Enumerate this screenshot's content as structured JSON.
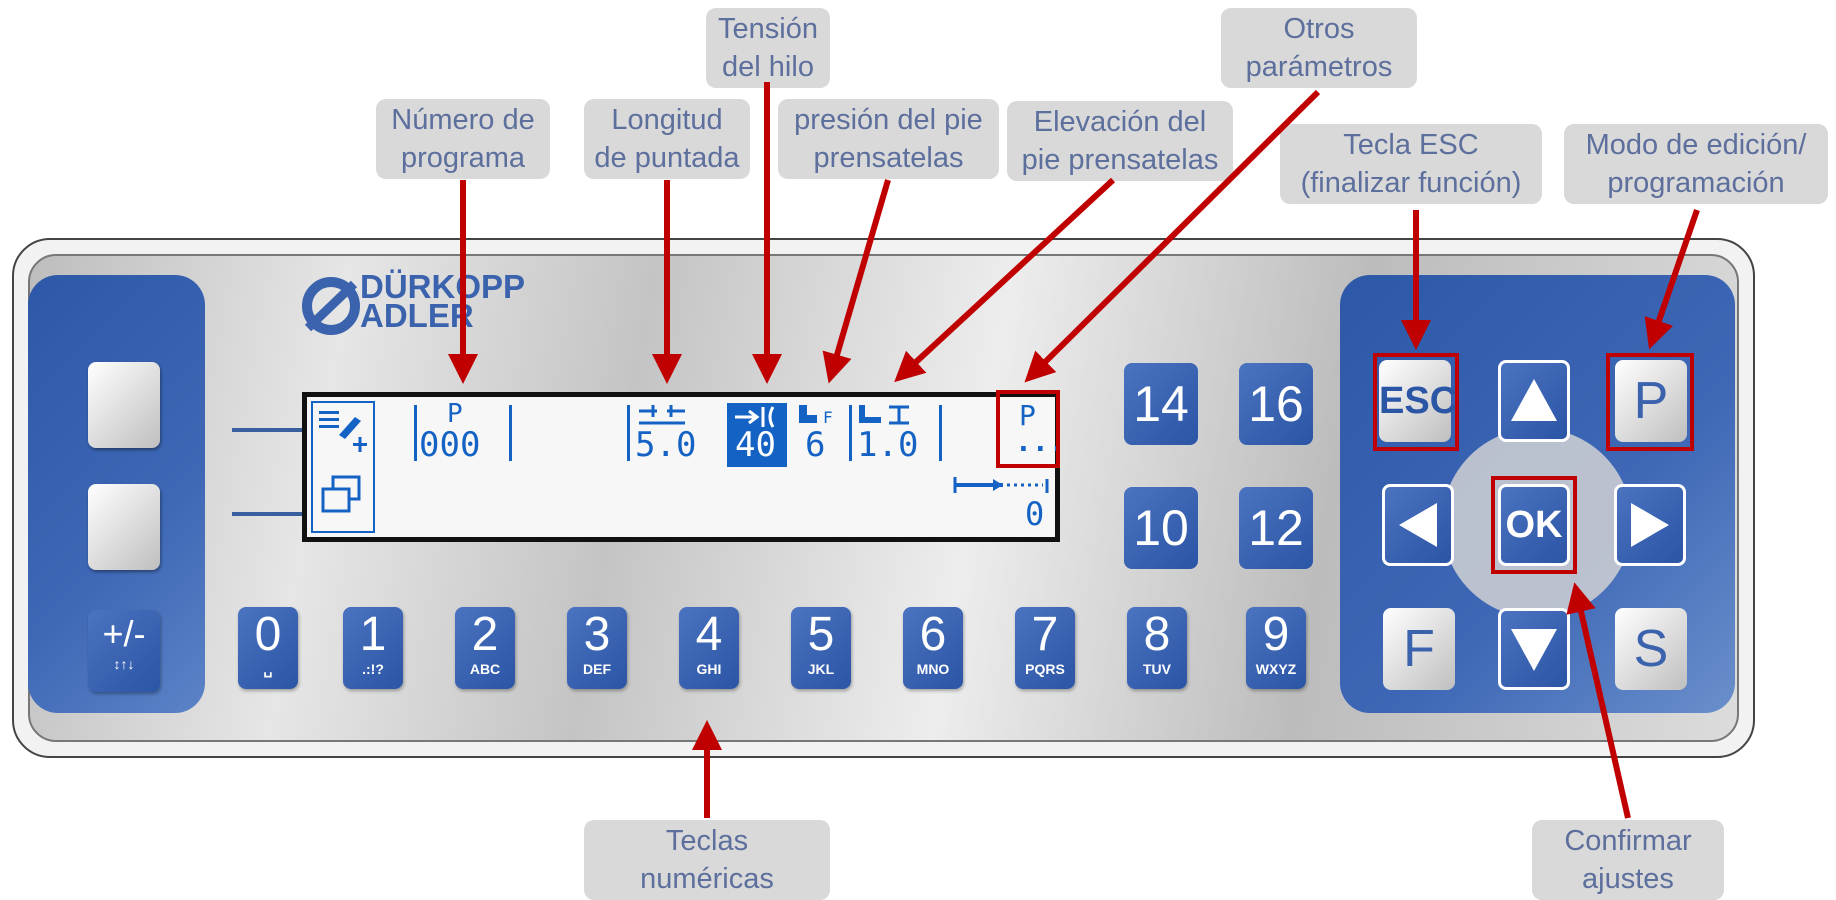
{
  "callouts": {
    "program_number": "Número de\nprograma",
    "stitch_length": "Longitud\nde puntada",
    "thread_tension": "Tensión\ndel hilo",
    "foot_pressure": "presión del pie\nprensatelas",
    "foot_lift": "Elevación del\npie prensatelas",
    "other_params": "Otros\nparámetros",
    "esc_key": "Tecla ESC\n(finalizar función)",
    "edit_mode": "Modo de edición/\nprogramación",
    "numeric_keys": "Teclas\nnuméricas",
    "confirm": "Confirmar\najustes"
  },
  "brand": {
    "line1": "DÜRKOPP",
    "line2": "ADLER"
  },
  "display": {
    "program_label": "P",
    "program_value": "000",
    "stitch_value": "5.0",
    "tension_value": "40",
    "pressure_value": "6",
    "lift_value": "1.0",
    "other_label": "P",
    "other_value": "...",
    "counter_value": "0"
  },
  "keys": {
    "plus_minus": "+/-",
    "numeric": [
      {
        "digit": "0",
        "letters": "␣"
      },
      {
        "digit": "1",
        "letters": ".:!?"
      },
      {
        "digit": "2",
        "letters": "ABC"
      },
      {
        "digit": "3",
        "letters": "DEF"
      },
      {
        "digit": "4",
        "letters": "GHI"
      },
      {
        "digit": "5",
        "letters": "JKL"
      },
      {
        "digit": "6",
        "letters": "MNO"
      },
      {
        "digit": "7",
        "letters": "PQRS"
      },
      {
        "digit": "8",
        "letters": "TUV"
      },
      {
        "digit": "9",
        "letters": "WXYZ"
      }
    ],
    "function_keys": [
      "14",
      "16",
      "10",
      "12"
    ],
    "esc": "ESC",
    "ok": "OK",
    "p": "P",
    "f": "F",
    "s": "S"
  },
  "colors": {
    "panel_blue": "#2d58a8",
    "lcd_blue": "#1463c4",
    "highlight_red": "#c00000",
    "callout_grey": "#d9d9d9",
    "callout_text": "#5d6f9c"
  }
}
